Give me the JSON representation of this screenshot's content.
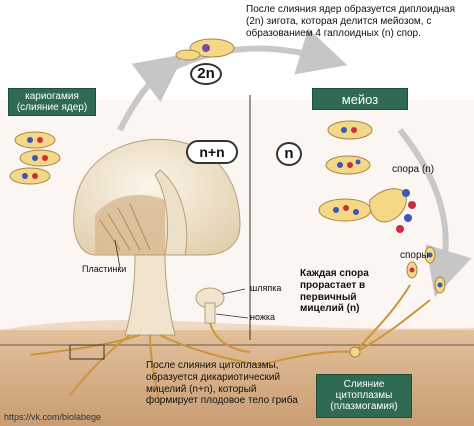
{
  "texts": {
    "meiosis_note": "После слияния ядер образуется диплоидная (2n) зигота, которая делится мейозом, с образованием 4 гаплоидных (n) спор.",
    "karyogamy": "кариогамия (слияние ядер)",
    "meiosis": "мейоз",
    "ploidy_2n": "2n",
    "ploidy_nn": "n+n",
    "ploidy_n": "n",
    "spore_n": "спора (n)",
    "spores": "споры",
    "gills": "Пластинки",
    "cap": "шляпка",
    "stalk": "ножка",
    "each_spore": "Каждая спора прорастает в первичный мицелий (n)",
    "plasmogamy_note": "После слияния цитоплазмы, образуется дикариотический мицелий (n+n), который формирует плодовое тело гриба",
    "plasmogamy": "Слияние цитоплазмы (плазмогамия)",
    "watermark": "https://vk.com/biolabege"
  },
  "colors": {
    "label_green": "#2f6b53",
    "soil": "#dcb48c",
    "mushroom": "#f1e4cf",
    "nucleus_blue": "#3d56b8",
    "nucleus_red": "#c9303d",
    "cell_fill": "#f4d886",
    "arrow": "#c8c8c8"
  }
}
